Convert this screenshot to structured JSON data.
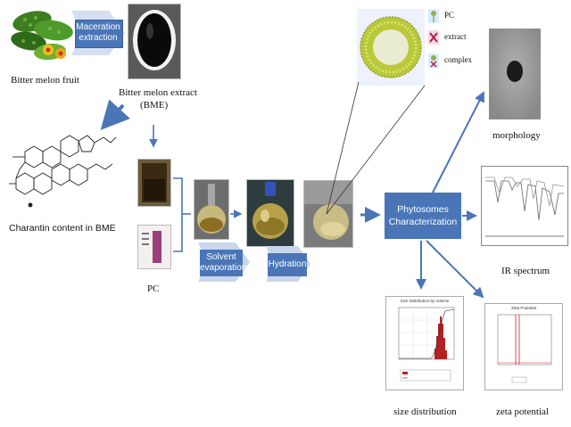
{
  "labels": {
    "bitter_melon_fruit": "Bitter melon fruit",
    "maceration_extraction": "Maceration extraction",
    "bme_line1": "Bitter melon extract",
    "bme_line2": "(BME)",
    "charantin": "Charantin content in BME",
    "pc": "PC",
    "solvent_evaporation": "Solvent evaporation",
    "hydration": "Hydration",
    "phytosomes_characterization": "Phytosomes Characterization",
    "morphology": "morphology",
    "ir_spectrum": "IR spectrum",
    "size_distribution": "size distribution",
    "zeta_potential": "zeta potential",
    "legend_pc": "PC",
    "legend_extract": "extract",
    "legend_complex": "complex",
    "size_chart_title": "Size Distribution by Volume",
    "zeta_chart_title": "Zeta Potential"
  },
  "colors": {
    "accent_blue": "#4a76b8",
    "chevron_light": "#c9d6ec",
    "ring_green": "#b9c93a",
    "ring_core": "#e9ecd0",
    "histogram_red": "#b22222",
    "zeta_line": "#cc2222"
  }
}
